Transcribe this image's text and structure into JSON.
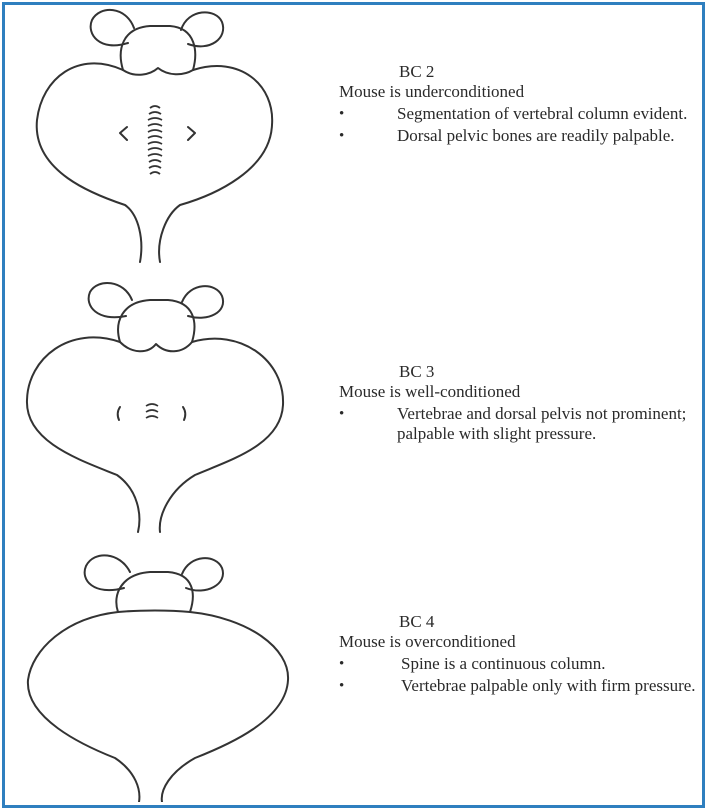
{
  "conditions": [
    {
      "title": "BC 2",
      "summary": "Mouse is underconditioned",
      "bullets": [
        "Segmentation of vertebral column evident.",
        "Dorsal pelvic bones are readily palpable."
      ]
    },
    {
      "title": "BC 3",
      "summary": "Mouse is well-conditioned",
      "bullets": [
        "Vertebrae and dorsal pelvis not prominent; palpable with slight pressure."
      ]
    },
    {
      "title": "BC 4",
      "summary": "Mouse is overconditioned",
      "bullets": [
        "Spine is a continuous column.",
        "Vertebrae palpable only with firm pressure."
      ]
    }
  ],
  "bullet_glyph": "•",
  "colors": {
    "frame": "#2f7fbf",
    "ink": "#2a2a2a"
  }
}
